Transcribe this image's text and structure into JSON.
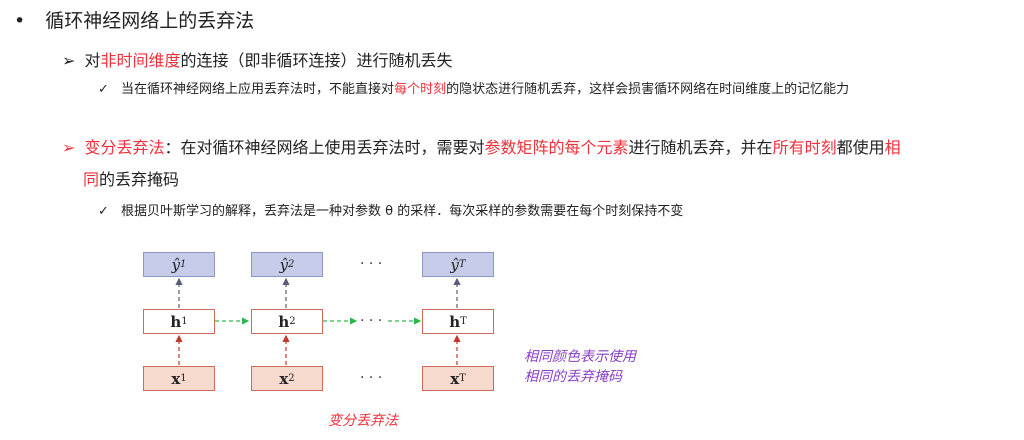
{
  "bullet1": {
    "text": "循环神经网络上的丢弃法"
  },
  "sub1": {
    "pre": "对",
    "red": "非时间维度",
    "post": "的连接（即非循环连接）进行随机丢失"
  },
  "sub1_check": {
    "pre": "当在循环神经网络上应用丢弃法时，不能直接对",
    "red": "每个时刻",
    "post": "的隐状态进行随机丢弃，这样会损害循环网络在时间维度上的记忆能力"
  },
  "sub2": {
    "red1": "变分丢弃法",
    "t1": "：在对循环神经网络上使用丢弃法时，需要对",
    "red2": "参数矩阵的每个元素",
    "t2": "进行随机丢弃，并在",
    "red3": "所有时刻",
    "t3": "都使用",
    "red4a": "相",
    "red4b": "同",
    "t4": "的丢弃掩码"
  },
  "sub2_check": {
    "text": "根据贝叶斯学习的解释，丢弃法是一种对参数 θ 的采样．每次采样的参数需要在每个时刻保持不变"
  },
  "diagram": {
    "y": [
      {
        "v": "ŷ",
        "s": "1"
      },
      {
        "v": "ŷ",
        "s": "2"
      },
      {
        "v": "ŷ",
        "s": "T"
      }
    ],
    "h": [
      {
        "v": "h",
        "s": "1"
      },
      {
        "v": "h",
        "s": "2"
      },
      {
        "v": "h",
        "s": "T"
      }
    ],
    "x": [
      {
        "v": "x",
        "s": "1"
      },
      {
        "v": "x",
        "s": "2"
      },
      {
        "v": "x",
        "s": "T"
      }
    ],
    "ellipsis": "· · ·",
    "note_line1": "相同颜色表示使用",
    "note_line2": "相同的丢弃掩码",
    "caption": "变分丢弃法",
    "colors": {
      "recurrent_arrow": "#2db84a",
      "input_arrow": "#c0392b",
      "output_arrow": "#5a5a7a",
      "note": "#8a3fc4",
      "highlight": "#f0303a"
    }
  }
}
